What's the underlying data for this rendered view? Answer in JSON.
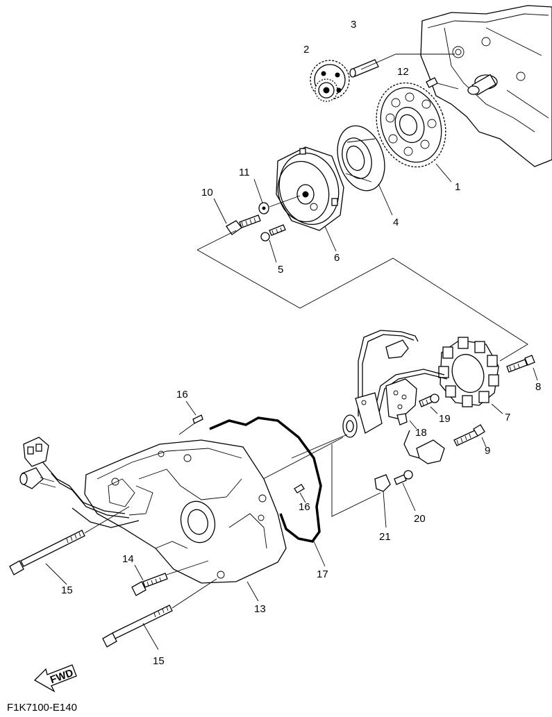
{
  "diagram": {
    "code": "F1K7100-E140",
    "fwd_label": "FWD",
    "callouts": [
      "1",
      "2",
      "3",
      "4",
      "5",
      "6",
      "7",
      "8",
      "9",
      "10",
      "11",
      "12",
      "13",
      "14",
      "15",
      "15",
      "16",
      "16",
      "17",
      "18",
      "19",
      "20",
      "21"
    ]
  }
}
